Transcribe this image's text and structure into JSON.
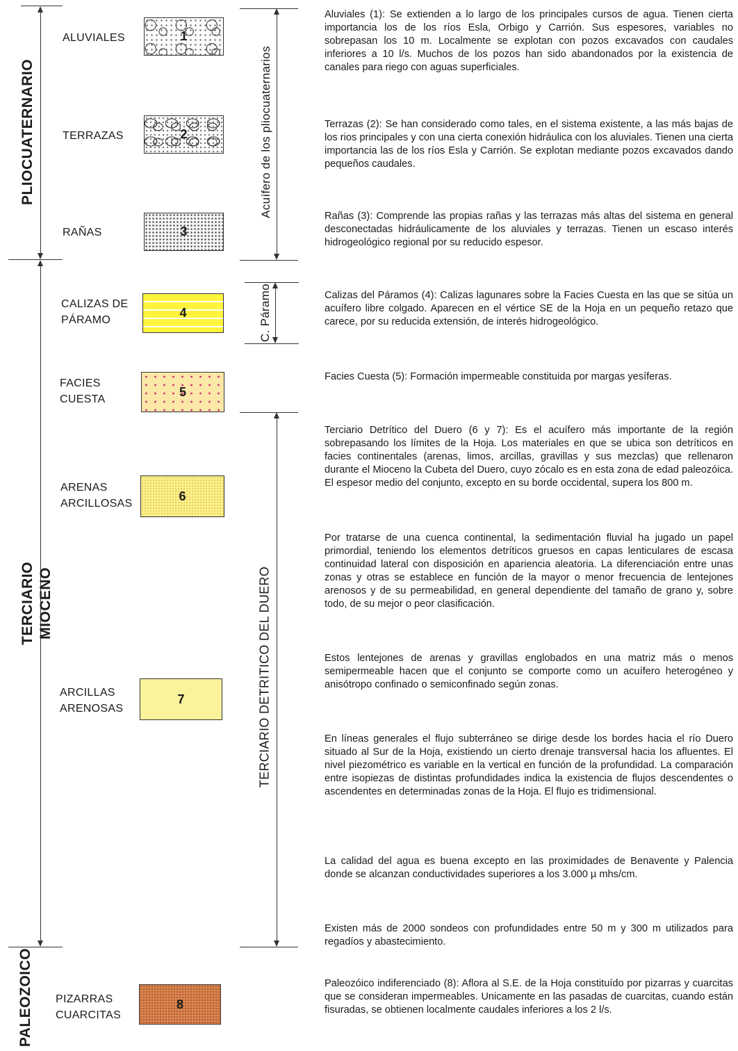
{
  "eras": {
    "pliocuaternario": "PLIOCUATERNARIO",
    "terciario": "TERCIARIO",
    "mioceno": "MIOCENO",
    "paleozoico": "PALEOZOICO"
  },
  "aquifers": {
    "pliocuaternarios": "Acuífero de los pliocuaternarios",
    "paramo": "C. Páramo",
    "duero": "TERCIARIO DETRITICO DEL DUERO"
  },
  "units": [
    {
      "label_1": "ALUVIALES",
      "label_2": "",
      "number": "1"
    },
    {
      "label_1": "TERRAZAS",
      "label_2": "",
      "number": "2"
    },
    {
      "label_1": "RAÑAS",
      "label_2": "",
      "number": "3"
    },
    {
      "label_1": "CALIZAS DE",
      "label_2": "PÁRAMO",
      "number": "4"
    },
    {
      "label_1": "FACIES",
      "label_2": "CUESTA",
      "number": "5"
    },
    {
      "label_1": "ARENAS",
      "label_2": "ARCILLOSAS",
      "number": "6"
    },
    {
      "label_1": "ARCILLAS",
      "label_2": "ARENOSAS",
      "number": "7"
    },
    {
      "label_1": "PIZARRAS",
      "label_2": "CUARCITAS",
      "number": "8"
    }
  ],
  "colors": {
    "unit_4": "#fff33c",
    "unit_5": "#fbe7a7",
    "unit_6": "#fbf28a",
    "unit_7": "#fbf29c",
    "unit_8": "#d98852"
  },
  "paragraphs": [
    "Aluviales (1): Se extienden a lo largo de los principales cursos de agua. Tienen cierta importancia los de los ríos Esla, Orbigo y Carrión. Sus espesores, variables no sobrepasan los 10 m. Localmente se explotan con pozos excavados con caudales inferiores a 10 l/s. Muchos de los pozos han sido abandonados por la existencia de canales para riego con aguas superficiales.",
    "Terrazas (2): Se han considerado como tales, en el sistema existente, a las más bajas de los rios principales y con una cierta conexión hidráulica con los aluviales. Tienen una cierta importancia las de los ríos Esla y Carrión. Se explotan mediante pozos excavados dando pequeños caudales.",
    "Rañas (3): Comprende las propias rañas y las terrazas más altas del sistema en general desconectadas hidráulicamente de los aluviales y terrazas. Tienen un escaso interés hidrogeológico regional por su reducido espesor.",
    "Calizas del Páramos (4): Calizas lagunares sobre la Facies Cuesta en las que se sitúa un acuífero libre colgado. Aparecen en el vértice SE de la Hoja en un pequeño retazo que carece, por su reducida extensión, de interés hidrogeológico.",
    "Facies Cuesta (5): Formación impermeable constituida por margas yesíferas.",
    "Terciario Detrítico del Duero (6 y 7): Es el acuífero más importante de la región sobrepasando los límites de la Hoja. Los materiales en que se ubica son detríticos en facies continentales (arenas, limos, arcillas, gravillas y sus mezclas) que rellenaron durante el Mioceno la Cubeta del Duero, cuyo zócalo es en esta zona de edad paleozóica. El espesor medio del conjunto, excepto en su borde occidental, supera los 800 m.",
    "Por tratarse de una cuenca continental, la sedimentación fluvial ha jugado un papel primordial, teniendo los elementos detríticos gruesos en capas lenticulares de escasa continuidad lateral con disposición en apariencia aleatoria. La diferenciación entre unas zonas y otras se establece en función de la mayor o menor frecuencia de lentejones arenosos y de su permeabilidad, en general dependiente del tamaño de grano y, sobre todo, de su mejor o peor clasificación.",
    "Estos lentejones de arenas y gravillas englobados en una matriz más o menos semipermeable hacen que el conjunto se comporte como un acuífero heterogéneo y anisótropo confinado o semiconfinado según zonas.",
    "En líneas generales el flujo subterráneo se dirige desde los bordes hacia el río Duero situado al Sur de la Hoja, existiendo un cierto drenaje transversal hacia los afluentes. El nivel piezométrico es variable en la vertical en función de la profundidad. La comparación entre isopiezas de distintas profundidades indica la existencia de flujos descendentes o ascendentes en determinadas zonas de la Hoja. El flujo es tridimensional.",
    "La calidad del agua es buena excepto en las proximidades de Benavente y Palencia donde se alcanzan conductividades superiores a los 3.000 µ mhs/cm.",
    "Existen más de 2000 sondeos con profundidades entre 50 m y 300 m utilizados para regadíos y abastecimiento.",
    "Paleozóico indiferenciado (8): Aflora al S.E. de la Hoja constituído por pizarras y cuarcitas que se consideran impermeables. Unicamente en las pasadas de cuarcitas, cuando están fisuradas, se obtienen localmente caudales inferiores a los 2 l/s."
  ]
}
